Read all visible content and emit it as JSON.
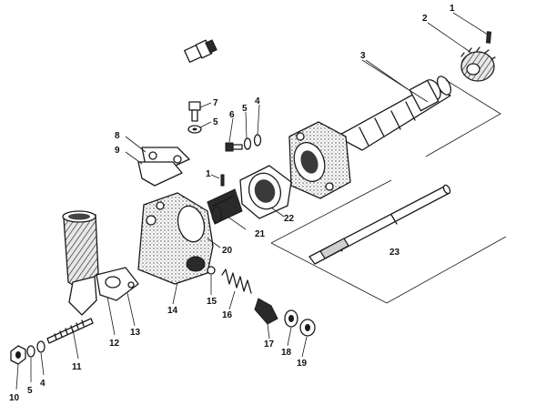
{
  "callouts": {
    "c1": "1",
    "c2": "2",
    "c3": "3",
    "c4": "4",
    "c5": "5",
    "c6": "6",
    "c7": "7",
    "c8": "8",
    "c9": "9",
    "c1b": "1",
    "c4b": "4",
    "c5b": "5",
    "c10": "10",
    "c11": "11",
    "c12": "12",
    "c13": "13",
    "c14": "14",
    "c15": "15",
    "c16": "16",
    "c17": "17",
    "c18": "18",
    "c19": "19",
    "c20": "20",
    "c21": "21",
    "c22": "22",
    "c23": "23"
  }
}
